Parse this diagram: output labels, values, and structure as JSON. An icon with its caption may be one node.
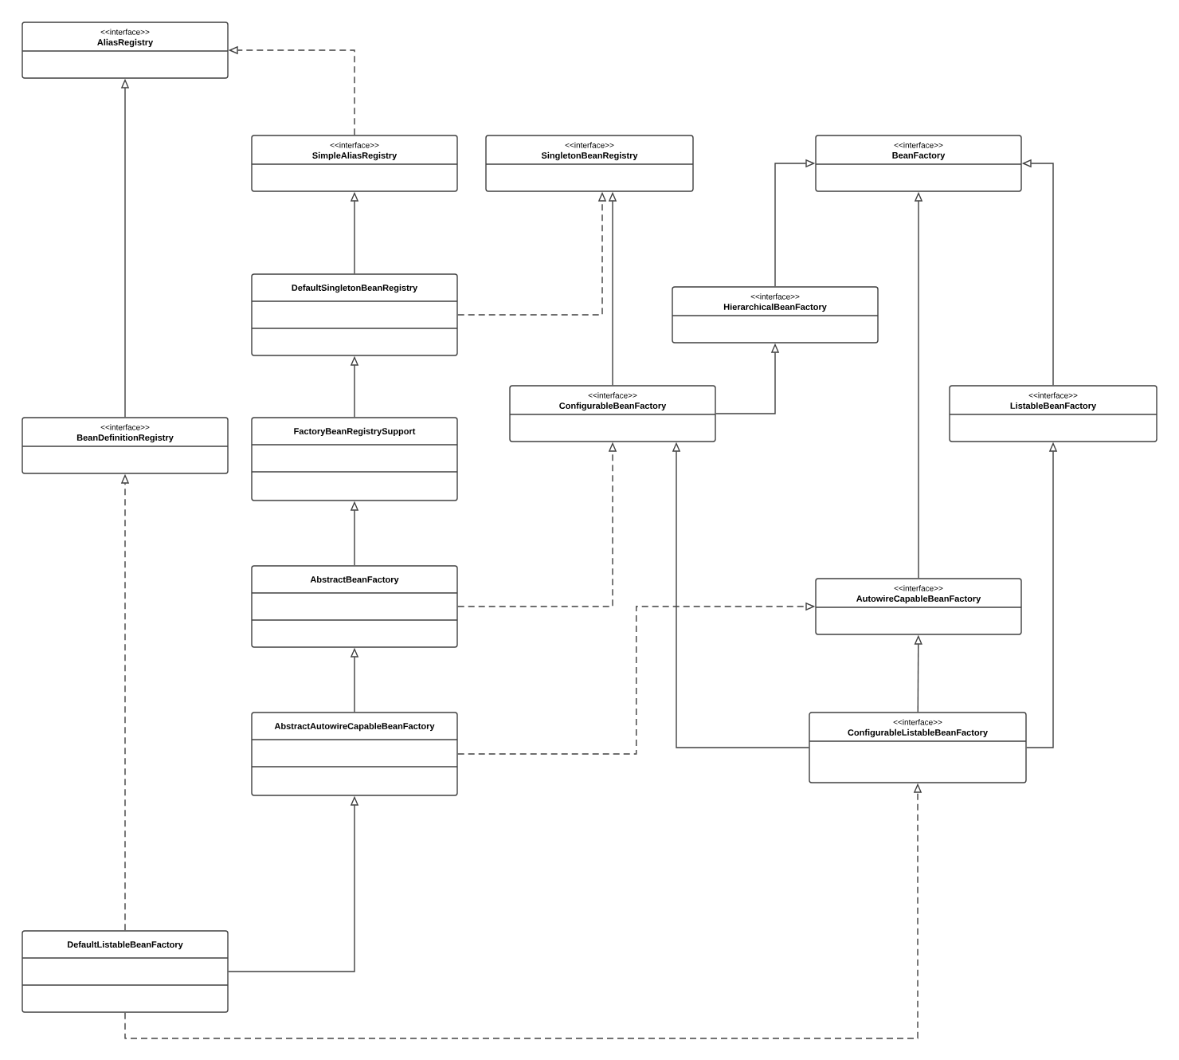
{
  "diagram": {
    "nodes": [
      {
        "text": [
          "<<interface>>",
          "AliasRegistry"
        ]
      },
      {
        "text": [
          "<<interface>>",
          "SimpleAliasRegistry"
        ]
      },
      {
        "text": [
          "<<interface>>",
          "SingletonBeanRegistry"
        ]
      },
      {
        "text": [
          "<<interface>>",
          "BeanFactory"
        ]
      },
      {
        "text": [
          "DefaultSingletonBeanRegistry"
        ]
      },
      {
        "text": [
          "<<interface>>",
          "HierarchicalBeanFactory"
        ]
      },
      {
        "text": [
          "<<interface>>",
          "BeanDefinitionRegistry"
        ]
      },
      {
        "text": [
          "FactoryBeanRegistrySupport"
        ]
      },
      {
        "text": [
          "<<interface>>",
          "ConfigurableBeanFactory"
        ]
      },
      {
        "text": [
          "<<interface>>",
          "ListableBeanFactory"
        ]
      },
      {
        "text": [
          "AbstractBeanFactory"
        ]
      },
      {
        "text": [
          "<<interface>>",
          "AutowireCapableBeanFactory"
        ]
      },
      {
        "text": [
          "AbstractAutowireCapableBeanFactory"
        ]
      },
      {
        "text": [
          "<<interface>>",
          "ConfigurableListableBeanFactory"
        ]
      },
      {
        "text": [
          "DefaultListableBeanFactory"
        ]
      }
    ],
    "edges": [
      {
        "from": 6,
        "to": 0,
        "arrow": "to"
      },
      {
        "from": 1,
        "to": 0,
        "arrow": "to",
        "style": "dashed"
      },
      {
        "from": 4,
        "to": 1,
        "arrow": "to"
      },
      {
        "from": 4,
        "to": 2,
        "arrow": "to",
        "style": "dashed"
      },
      {
        "from": 7,
        "to": 4,
        "arrow": "to"
      },
      {
        "from": 8,
        "to": 2,
        "arrow": "to"
      },
      {
        "from": 5,
        "to": 3,
        "arrow": "to"
      },
      {
        "from": 8,
        "to": 5,
        "arrow": "to"
      },
      {
        "from": 9,
        "to": 3,
        "arrow": "to"
      },
      {
        "from": 11,
        "to": 3,
        "arrow": "to"
      },
      {
        "from": 10,
        "to": 7,
        "arrow": "to"
      },
      {
        "from": 10,
        "to": 8,
        "arrow": "to",
        "style": "dashed"
      },
      {
        "from": 12,
        "to": 10,
        "arrow": "to"
      },
      {
        "from": 12,
        "to": 11,
        "arrow": "to",
        "style": "dashed"
      },
      {
        "from": 13,
        "to": 11,
        "arrow": "to"
      },
      {
        "from": 13,
        "to": 8,
        "arrow": "to"
      },
      {
        "from": 13,
        "to": 9,
        "arrow": "to"
      },
      {
        "from": 14,
        "to": 12,
        "arrow": "to"
      },
      {
        "from": 14,
        "to": 6,
        "arrow": "to",
        "style": "dashed"
      },
      {
        "from": 14,
        "to": 13,
        "arrow": "to",
        "style": "dashed"
      }
    ]
  }
}
